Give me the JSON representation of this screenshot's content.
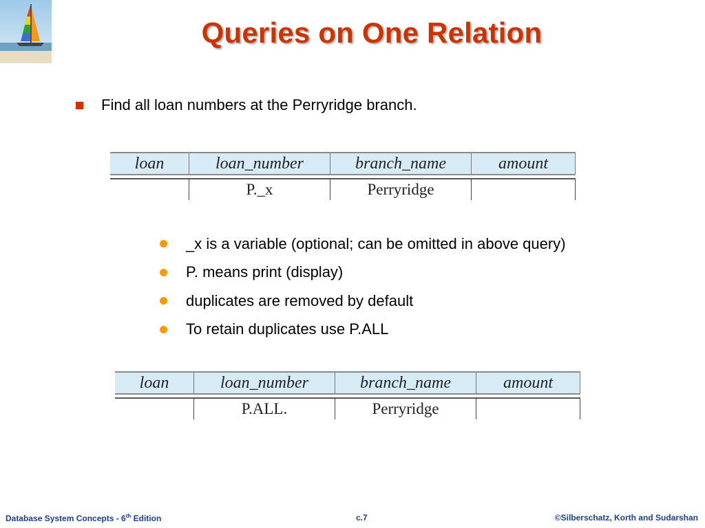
{
  "slide": {
    "title": "Queries on One Relation",
    "main_bullet": "Find all loan numbers at the Perryridge branch.",
    "sub_bullets": [
      "_x is a variable (optional; can be omitted in above query)",
      "P. means print (display)",
      "duplicates are removed by default",
      "To retain duplicates use P.ALL"
    ]
  },
  "table1": {
    "headers": [
      "loan",
      "loan_number",
      "branch_name",
      "amount"
    ],
    "row": [
      "",
      "P._x",
      "Perryridge",
      ""
    ]
  },
  "table2": {
    "headers": [
      "loan",
      "loan_number",
      "branch_name",
      "amount"
    ],
    "row": [
      "",
      "P.ALL.",
      "Perryridge",
      ""
    ]
  },
  "footer": {
    "left_prefix": "Database System Concepts - 6",
    "left_sup": "th",
    "left_suffix": " Edition",
    "center": "c.7",
    "right": "©Silberschatz, Korth and Sudarshan"
  },
  "colors": {
    "title": "#cc3300",
    "bullet_square": "#cc3300",
    "bullet_dot": "#ff9900",
    "footer": "#1a3f99",
    "header_fill": "#d7ebf7"
  }
}
